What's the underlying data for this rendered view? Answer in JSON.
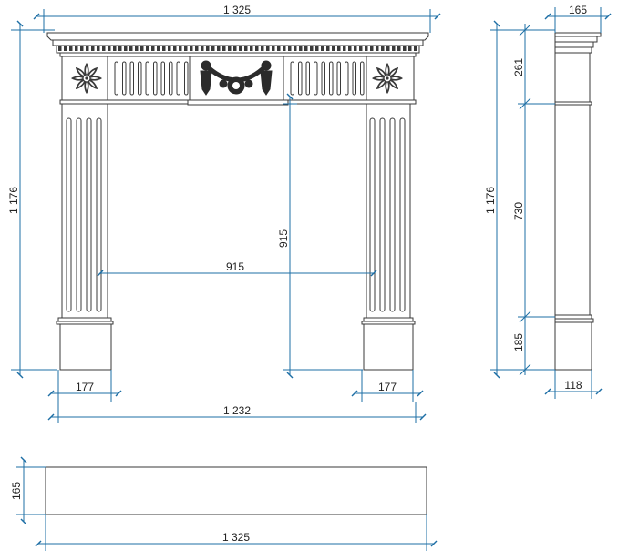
{
  "front_view": {
    "overall_width": "1 325",
    "overall_height": "1 176",
    "opening_height": "915",
    "opening_width": "915",
    "left_pillar_width": "177",
    "right_pillar_width": "177",
    "base_width": "1 232"
  },
  "side_view": {
    "depth_top": "165",
    "total_height": "1 176",
    "frieze_height": "261",
    "column_height": "730",
    "plinth_height": "185",
    "base_depth": "118"
  },
  "top_view": {
    "depth": "165",
    "width": "1 325"
  },
  "colors": {
    "dimension_line": "#1d6fa5",
    "outline": "#3a3a3a"
  }
}
